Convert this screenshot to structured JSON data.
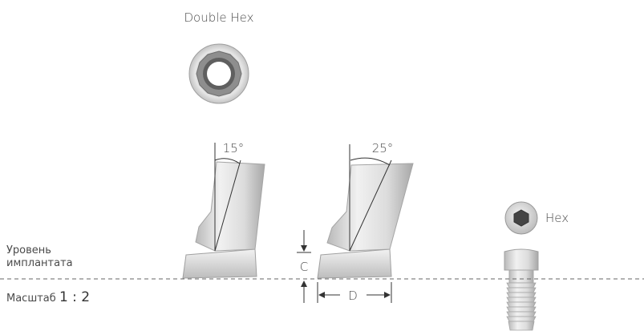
{
  "labels": {
    "double_hex": "Double Hex",
    "hex": "Hex",
    "level_line1": "Уровень",
    "level_line2": "имплантата",
    "scale_prefix": "Масштаб",
    "scale_ratio": "1 : 2",
    "angle_a": "15°",
    "angle_b": "25°",
    "dim_c": "C",
    "dim_d": "D"
  },
  "colors": {
    "metal_light": "#e9e9e9",
    "metal_mid": "#cfcfcf",
    "metal_dark": "#9a9a9a",
    "line": "#333333",
    "dashed": "#666666"
  }
}
